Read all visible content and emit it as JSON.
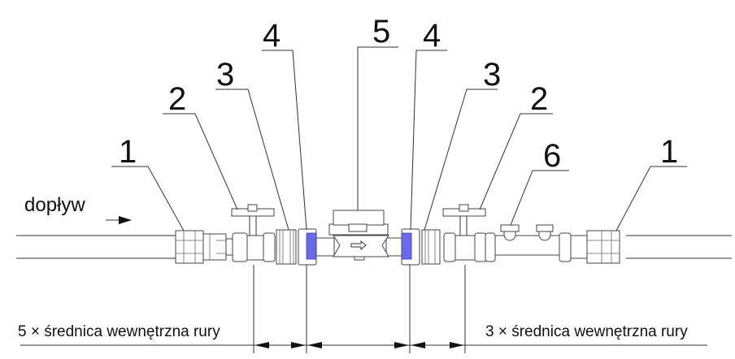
{
  "callouts": {
    "left_1": "1",
    "left_2": "2",
    "left_3": "3",
    "left_4": "4",
    "center_5": "5",
    "right_4": "4",
    "right_3": "3",
    "right_2": "2",
    "right_6": "6",
    "right_1": "1"
  },
  "flow_label": "dopływ",
  "dimensions": {
    "upstream": "5 × średnica wewnętrzna rury",
    "downstream": "3 × średnica wewnętrzna rury"
  },
  "colors": {
    "gasket": "#6a6ae8"
  }
}
